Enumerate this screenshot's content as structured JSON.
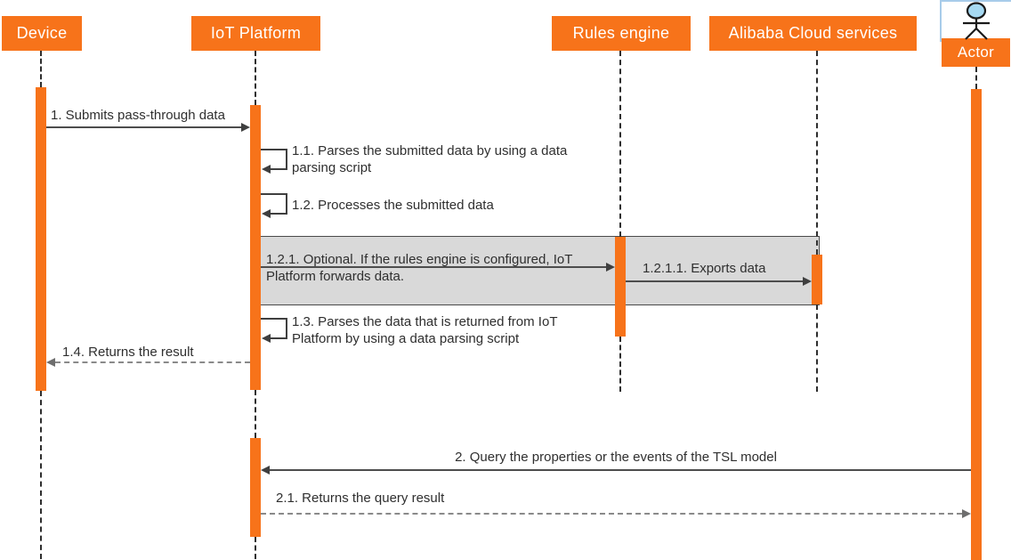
{
  "participants": {
    "device": "Device",
    "iot_platform": "IoT Platform",
    "rules_engine": "Rules engine",
    "alibaba_cloud": "Alibaba Cloud services",
    "actor": "Actor"
  },
  "messages": {
    "m1": "1. Submits pass-through data",
    "m1_1": "1.1. Parses the submitted data by using a data parsing script",
    "m1_2": "1.2. Processes the submitted data",
    "m1_2_1": "1.2.1. Optional. If the rules engine is configured, IoT Platform forwards data.",
    "m1_2_1_1": "1.2.1.1. Exports data",
    "m1_3": "1.3. Parses the data that is returned from IoT Platform by using a data parsing script",
    "m1_4": "1.4. Returns the result",
    "m2": "2. Query the properties or the events of the TSL model",
    "m2_1": "2.1. Returns the query result"
  },
  "colors": {
    "accent_orange": "#F7731A",
    "fragment_fill": "#D9D9D9",
    "message_line": "#4D4D4D",
    "return_line": "#8A8A8A",
    "actor_head_fill": "#A6D9F2",
    "selection_outline": "#A8CCEA"
  }
}
